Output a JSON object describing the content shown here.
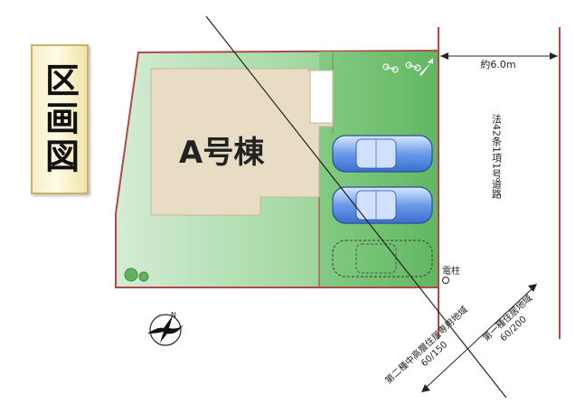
{
  "title": "区画図",
  "building_label": "A号棟",
  "road_width": "約6.0m",
  "road_type": "法42条1項1号道路",
  "utility_pole": "電柱",
  "zone_left": {
    "name": "第二種中高層住居専用地域",
    "ratio": "60/150"
  },
  "zone_right": {
    "name": "第一種住居地域",
    "ratio": "60/200"
  },
  "north_mark": "N",
  "colors": {
    "lot_green": "#8fce8f",
    "lot_border": "#b04a4a",
    "house": "#e8dcc4",
    "car": "#5b8fe0",
    "road_line": "#b04a4a"
  }
}
